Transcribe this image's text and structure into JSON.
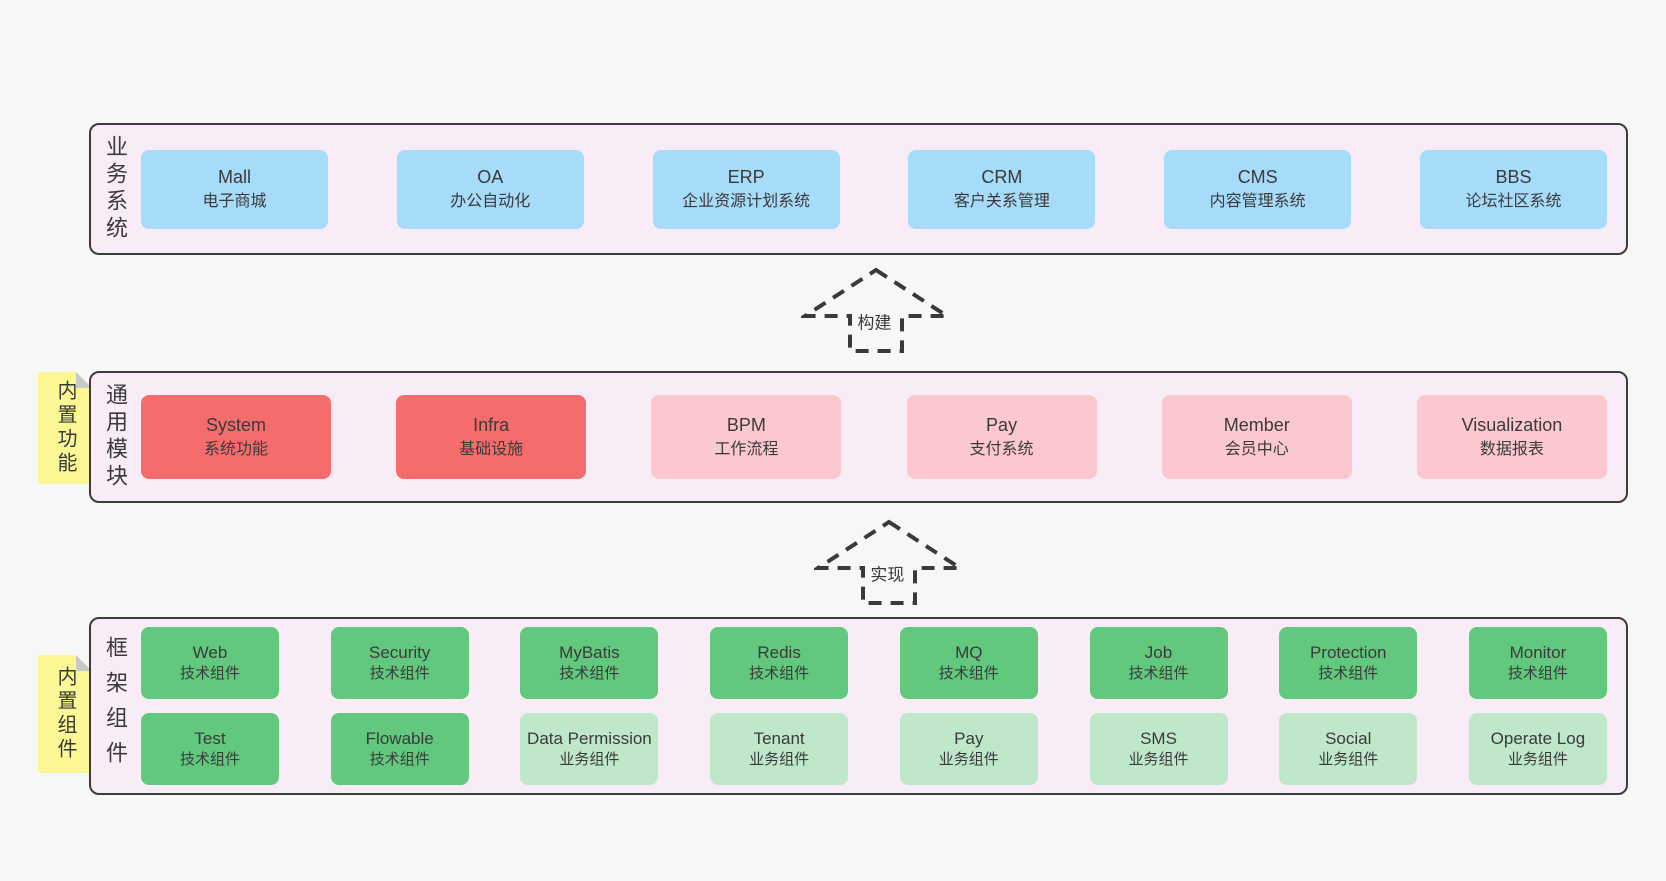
{
  "colors": {
    "page_bg": "#f7f7f7",
    "band_bg": "#f8edf6",
    "band_border": "#3c3c3c",
    "blue_box": "#a7dbfa",
    "red_box": "#f56c6c",
    "pink_box": "#fcc8d0",
    "green_box": "#61c87e",
    "light_green_box": "#bfe7ca",
    "sticky_yellow": "#fbf795",
    "text": "#3a3a3a"
  },
  "arrows": [
    {
      "label": "构建"
    },
    {
      "label": "实现"
    }
  ],
  "stickies": {
    "modules": "内置功能",
    "frameworks": "内置组件"
  },
  "bands": {
    "business": {
      "label": "业务系统",
      "boxes": [
        {
          "en": "Mall",
          "zh": "电子商城",
          "type": "blue"
        },
        {
          "en": "OA",
          "zh": "办公自动化",
          "type": "blue"
        },
        {
          "en": "ERP",
          "zh": "企业资源计划系统",
          "type": "blue"
        },
        {
          "en": "CRM",
          "zh": "客户关系管理",
          "type": "blue"
        },
        {
          "en": "CMS",
          "zh": "内容管理系统",
          "type": "blue"
        },
        {
          "en": "BBS",
          "zh": "论坛社区系统",
          "type": "blue"
        }
      ]
    },
    "modules": {
      "label": "通用模块",
      "boxes": [
        {
          "en": "System",
          "zh": "系统功能",
          "type": "red"
        },
        {
          "en": "Infra",
          "zh": "基础设施",
          "type": "red"
        },
        {
          "en": "BPM",
          "zh": "工作流程",
          "type": "pink"
        },
        {
          "en": "Pay",
          "zh": "支付系统",
          "type": "pink"
        },
        {
          "en": "Member",
          "zh": "会员中心",
          "type": "pink"
        },
        {
          "en": "Visualization",
          "zh": "数据报表",
          "type": "pink"
        }
      ]
    },
    "frameworks": {
      "label": "框架组件",
      "rows": [
        [
          {
            "en": "Web",
            "zh": "技术组件",
            "type": "green"
          },
          {
            "en": "Security",
            "zh": "技术组件",
            "type": "green"
          },
          {
            "en": "MyBatis",
            "zh": "技术组件",
            "type": "green"
          },
          {
            "en": "Redis",
            "zh": "技术组件",
            "type": "green"
          },
          {
            "en": "MQ",
            "zh": "技术组件",
            "type": "green"
          },
          {
            "en": "Job",
            "zh": "技术组件",
            "type": "green"
          },
          {
            "en": "Protection",
            "zh": "技术组件",
            "type": "green"
          },
          {
            "en": "Monitor",
            "zh": "技术组件",
            "type": "green"
          }
        ],
        [
          {
            "en": "Test",
            "zh": "技术组件",
            "type": "green"
          },
          {
            "en": "Flowable",
            "zh": "技术组件",
            "type": "green"
          },
          {
            "en": "Data Permission",
            "zh": "业务组件",
            "type": "green-light"
          },
          {
            "en": "Tenant",
            "zh": "业务组件",
            "type": "green-light"
          },
          {
            "en": "Pay",
            "zh": "业务组件",
            "type": "green-light"
          },
          {
            "en": "SMS",
            "zh": "业务组件",
            "type": "green-light"
          },
          {
            "en": "Social",
            "zh": "业务组件",
            "type": "green-light"
          },
          {
            "en": "Operate Log",
            "zh": "业务组件",
            "type": "green-light"
          }
        ]
      ]
    }
  }
}
